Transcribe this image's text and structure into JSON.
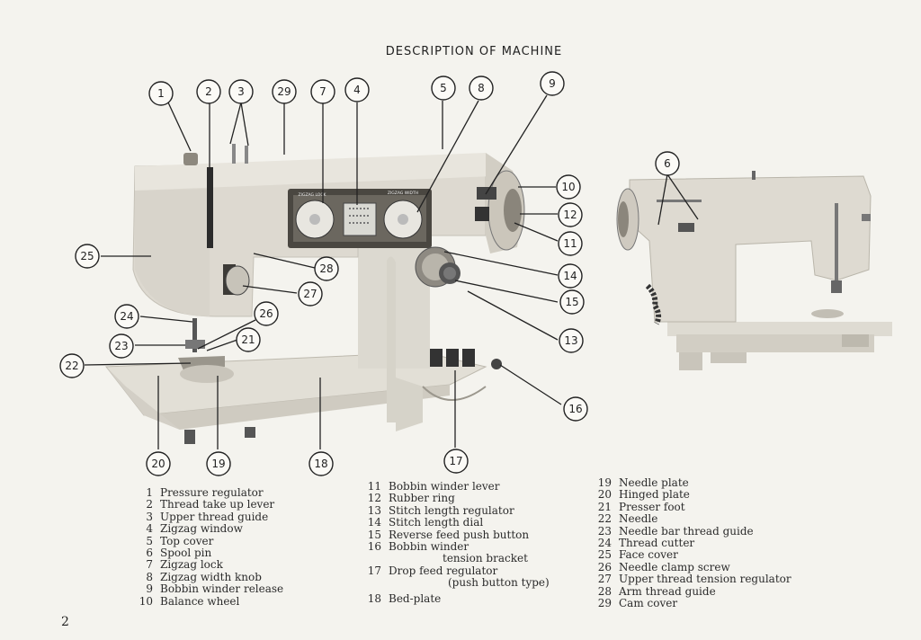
{
  "page": {
    "title": "DESCRIPTION OF MACHINE",
    "page_number": "2"
  },
  "machine_panel": {
    "left_label": "ZIGZAG LOCK",
    "right_label": "ZIGZAG WIDTH"
  },
  "parts_legend": {
    "column1": [
      {
        "num": "1",
        "name": "Pressure regulator"
      },
      {
        "num": "2",
        "name": "Thread take up lever"
      },
      {
        "num": "3",
        "name": "Upper thread guide"
      },
      {
        "num": "4",
        "name": "Zigzag window"
      },
      {
        "num": "5",
        "name": "Top cover"
      },
      {
        "num": "6",
        "name": "Spool pin"
      },
      {
        "num": "7",
        "name": "Zigzag lock"
      },
      {
        "num": "8",
        "name": "Zigzag width knob"
      },
      {
        "num": "9",
        "name": "Bobbin winder release"
      },
      {
        "num": "10",
        "name": "Balance wheel"
      }
    ],
    "column2": [
      {
        "num": "11",
        "name": "Bobbin winder lever"
      },
      {
        "num": "12",
        "name": "Rubber ring"
      },
      {
        "num": "13",
        "name": "Stitch length regulator"
      },
      {
        "num": "14",
        "name": "Stitch length dial"
      },
      {
        "num": "15",
        "name": "Reverse feed push button"
      },
      {
        "num": "16",
        "name": "Bobbin winder",
        "continuation": "tension bracket"
      },
      {
        "num": "17",
        "name": "Drop feed regulator",
        "continuation": "(push button type)"
      },
      {
        "num": "18",
        "name": "Bed-plate"
      }
    ],
    "column3": [
      {
        "num": "19",
        "name": "Needle plate"
      },
      {
        "num": "20",
        "name": "Hinged plate"
      },
      {
        "num": "21",
        "name": "Presser foot"
      },
      {
        "num": "22",
        "name": "Needle"
      },
      {
        "num": "23",
        "name": "Needle bar thread guide"
      },
      {
        "num": "24",
        "name": "Thread cutter"
      },
      {
        "num": "25",
        "name": "Face cover"
      },
      {
        "num": "26",
        "name": "Needle clamp screw"
      },
      {
        "num": "27",
        "name": "Upper thread tension regulator"
      },
      {
        "num": "28",
        "name": "Arm thread guide"
      },
      {
        "num": "29",
        "name": "Cam cover"
      }
    ]
  },
  "callouts": [
    "1",
    "2",
    "3",
    "29",
    "7",
    "4",
    "5",
    "8",
    "9",
    "10",
    "12",
    "11",
    "25",
    "28",
    "14",
    "27",
    "15",
    "24",
    "26",
    "23",
    "21",
    "22",
    "13",
    "16",
    "20",
    "19",
    "18",
    "17",
    "6"
  ]
}
